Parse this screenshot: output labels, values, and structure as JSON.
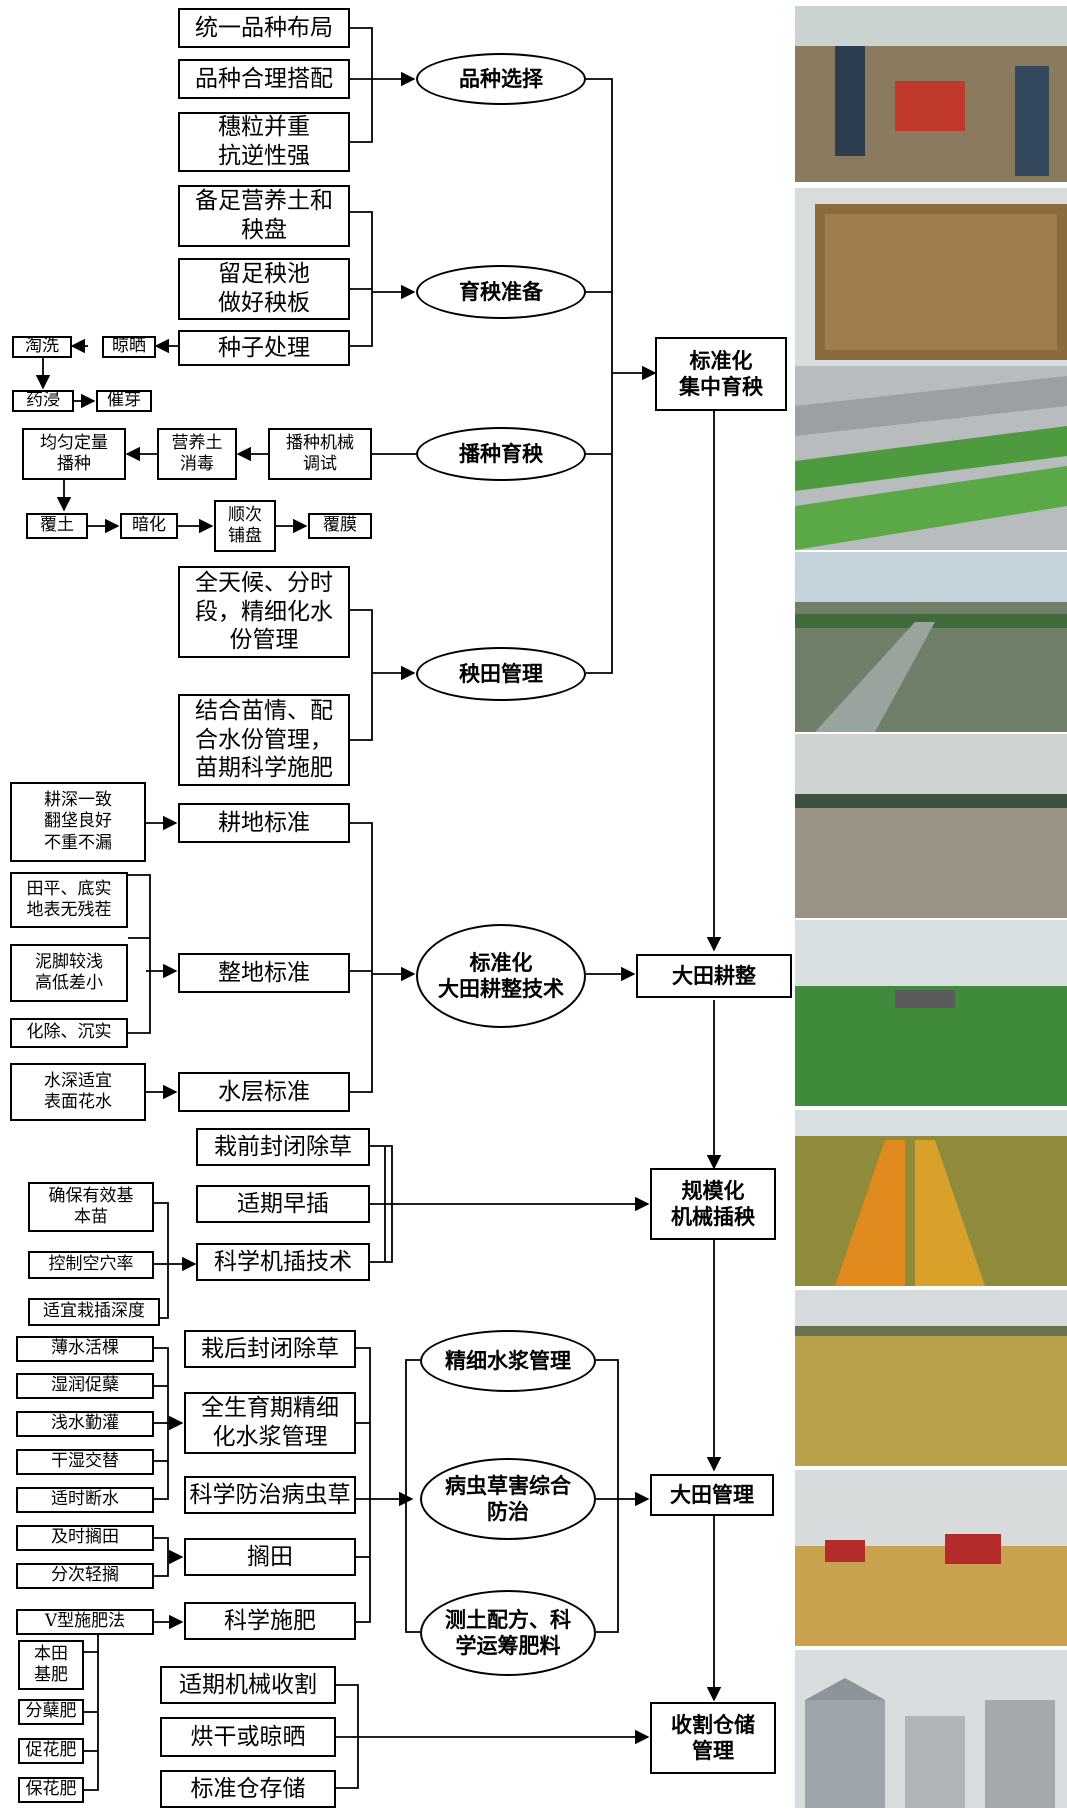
{
  "stages": {
    "nursery": "标准化\n集中育秧",
    "tillage": "大田耕整",
    "transplant": "规模化\n机械插秧",
    "field_mgmt": "大田管理",
    "harvest": "收割仓储\n管理"
  },
  "sections": {
    "variety": "品种选择",
    "seedling_prep": "育秧准备",
    "sowing": "播种育秧",
    "nursery_field": "秧田管理",
    "tillage_tech": "标准化\n大田耕整技术",
    "water_mgmt": "精细水浆管理",
    "pest": "病虫草害综合\n防治",
    "fert": "测土配方、科\n学运筹肥料"
  },
  "variety": {
    "item1": "统一品种布局",
    "item2": "品种合理搭配",
    "item3": "穗粒并重\n抗逆性强"
  },
  "prep": {
    "item1": "备足营养土和\n秧盘",
    "item2": "留足秧池\n做好秧板",
    "item3": "种子处理",
    "dry": "晾晒",
    "wash": "淘洗",
    "soak": "药浸",
    "germ": "催芽"
  },
  "sowing": {
    "debug": "播种机械\n调试",
    "disinfect": "营养土\n消毒",
    "even": "均匀定量\n播种",
    "cover": "覆土",
    "dark": "暗化",
    "tray": "顺次\n铺盘",
    "film": "覆膜"
  },
  "nursery_field": {
    "item1": "全天候、分时\n段，精细化水\n份管理",
    "item2": "结合苗情、配\n合水份管理，\n苗期科学施肥"
  },
  "tillage": {
    "std1": "耕地标准",
    "std2": "整地标准",
    "std3": "水层标准",
    "d1": "耕深一致\n翻垡良好\n不重不漏",
    "d2": "田平、底实\n地表无残茬",
    "d3": "泥脚较浅\n高低差小",
    "d4": "化除、沉实",
    "d5": "水深适宜\n表面花水"
  },
  "transplant": {
    "item1": "栽前封闭除草",
    "item2": "适期早插",
    "item3": "科学机插技术",
    "d1": "确保有效基\n本苗",
    "d2": "控制空穴率",
    "d3": "适宜栽插深度"
  },
  "field": {
    "item1": "栽后封闭除草",
    "item2": "全生育期精细\n化水浆管理",
    "item3": "科学防治病虫草",
    "item4": "搁田",
    "item5": "科学施肥",
    "w1": "薄水活棵",
    "w2": "湿润促蘖",
    "w3": "浅水勤灌",
    "w4": "干湿交替",
    "w5": "适时断水",
    "g1": "及时搁田",
    "g2": "分次轻搁",
    "v": "V型施肥法",
    "f1": "本田\n基肥",
    "f2": "分蘖肥",
    "f3": "促花肥",
    "f4": "保花肥"
  },
  "harvest": {
    "item1": "适期机械收割",
    "item2": "烘干或晾晒",
    "item3": "标准仓存储"
  }
}
